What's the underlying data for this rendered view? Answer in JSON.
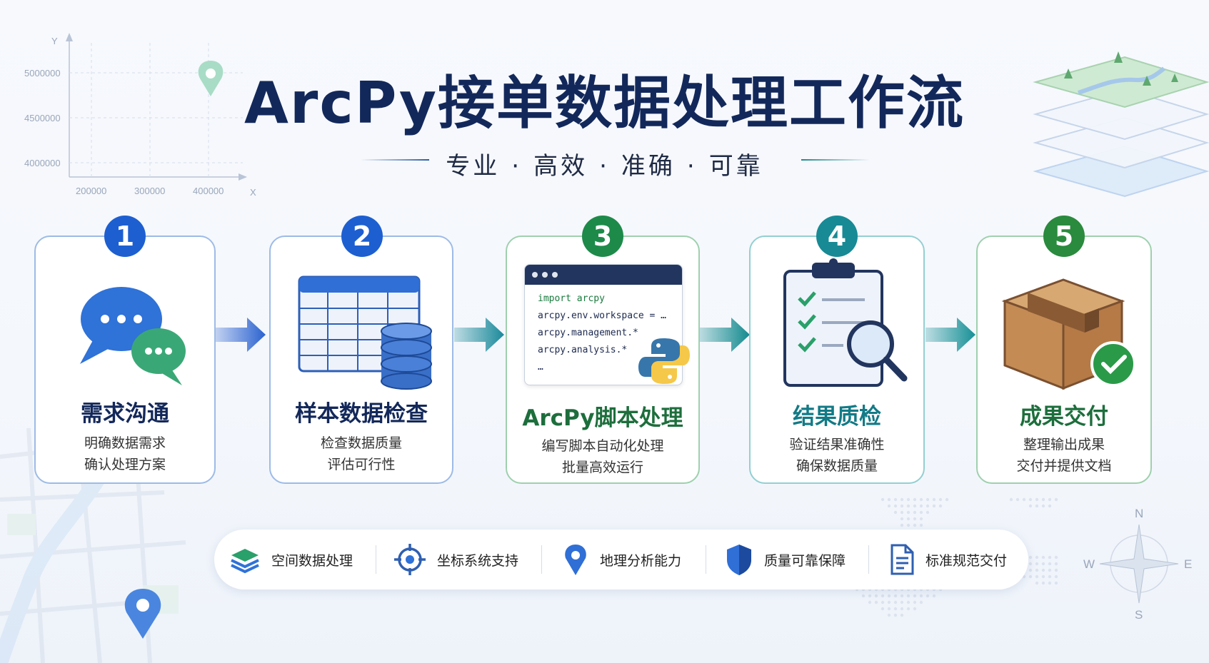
{
  "title": "ArcPy接单数据处理工作流",
  "subtitle": {
    "items": [
      "专业",
      "高效",
      "准确",
      "可靠"
    ],
    "separator": "·"
  },
  "axis_decoration": {
    "y_label": "Y",
    "x_label": "X",
    "y_ticks": [
      "5000000",
      "4500000",
      "4000000"
    ],
    "x_ticks": [
      "200000",
      "300000",
      "400000"
    ]
  },
  "steps": [
    {
      "number": "1",
      "title": "需求沟通",
      "desc_line1": "明确数据需求",
      "desc_line2": "确认处理方案",
      "color": "#1d5fd1",
      "title_color": "#13285a"
    },
    {
      "number": "2",
      "title": "样本数据检查",
      "desc_line1": "检查数据质量",
      "desc_line2": "评估可行性",
      "color": "#1d5fd1",
      "title_color": "#13285a"
    },
    {
      "number": "3",
      "title": "ArcPy脚本处理",
      "desc_line1": "编写脚本自动化处理",
      "desc_line2": "批量高效运行",
      "color": "#1d8a4a",
      "title_color": "#1d6e3c"
    },
    {
      "number": "4",
      "title": "结果质检",
      "desc_line1": "验证结果准确性",
      "desc_line2": "确保数据质量",
      "color": "#178a95",
      "title_color": "#137a86"
    },
    {
      "number": "5",
      "title": "成果交付",
      "desc_line1": "整理输出成果",
      "desc_line2": "交付并提供文档",
      "color": "#2a8a3e",
      "title_color": "#1d6e3c"
    }
  ],
  "code_snippet": [
    "import arcpy",
    "arcpy.env.workspace = …",
    "arcpy.management.*",
    "arcpy.analysis.*",
    "…"
  ],
  "features": [
    {
      "label": "空间数据处理",
      "icon": "layers-icon"
    },
    {
      "label": "坐标系统支持",
      "icon": "crosshair-icon"
    },
    {
      "label": "地理分析能力",
      "icon": "map-pin-icon"
    },
    {
      "label": "质量可靠保障",
      "icon": "shield-icon"
    },
    {
      "label": "标准规范交付",
      "icon": "document-icon"
    }
  ],
  "compass": {
    "n": "N",
    "s": "S",
    "e": "E",
    "w": "W"
  }
}
